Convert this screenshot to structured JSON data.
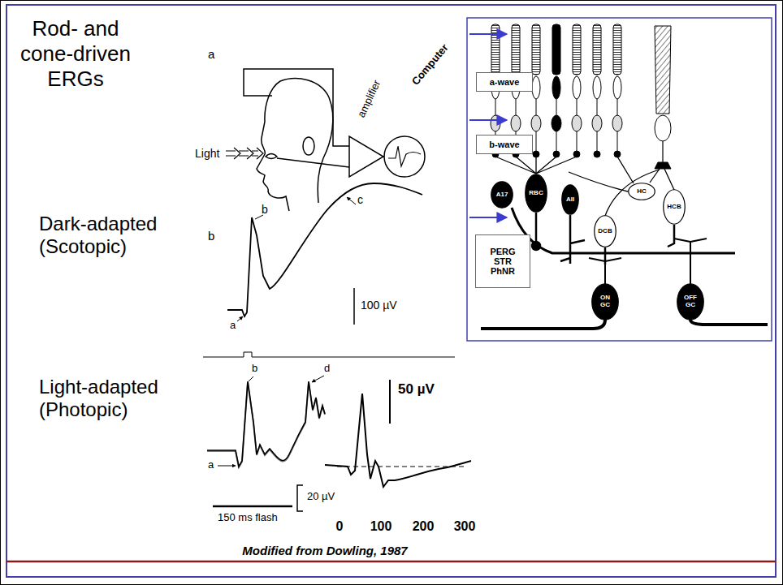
{
  "diagram": {
    "title": "Rod- and cone-driven ERGs",
    "caption": "Modified from Dowling, 1987",
    "nodes": [
      {
        "text": [
          "a-wave"
        ]
      },
      {
        "text": [
          "b-wave"
        ]
      },
      {
        "text": [
          "PERG STR PhNR"
        ]
      },
      {
        "text": [
          "A17"
        ]
      },
      {
        "text": [
          "RBC"
        ]
      },
      {
        "text": [
          "AII"
        ]
      },
      {
        "text": [
          "HC"
        ]
      },
      {
        "text": [
          "HCB"
        ]
      },
      {
        "text": [
          "DCB"
        ]
      },
      {
        "text": [
          "ON GC"
        ]
      },
      {
        "text": [
          "OFF GC"
        ]
      }
    ],
    "labels": [
      "a",
      "Light",
      "amplifier",
      "Computer",
      "Dark-adapted (Scotopic)",
      "b",
      "b",
      "c",
      "a",
      "100 µV",
      "Light-adapted (Photopic)",
      "b",
      "d",
      "a",
      "20 µV",
      "50 µV",
      "150 ms flash",
      "0",
      "100",
      "200",
      "300"
    ]
  }
}
